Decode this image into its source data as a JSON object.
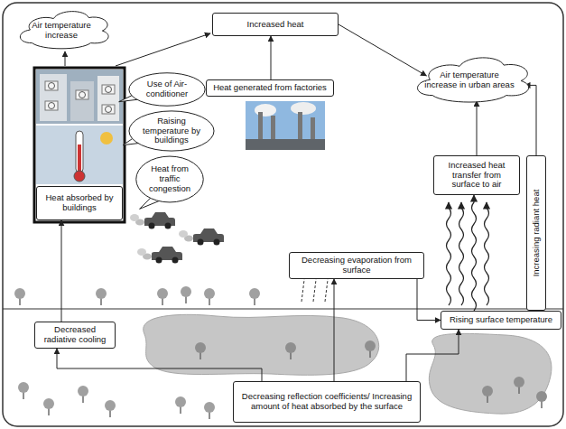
{
  "diagram": {
    "nodes": [
      {
        "text": [
          "Air temperature increase"
        ]
      },
      {
        "text": [
          "Increased heat"
        ]
      },
      {
        "text": [
          "Air temperature increase in urban areas"
        ]
      },
      {
        "text": [
          "Use of Air-conditioner"
        ]
      },
      {
        "text": [
          "Heat generated from factories"
        ]
      },
      {
        "text": [
          "Raising temperature by buildings"
        ]
      },
      {
        "text": [
          "Increased heat transfer from surface to air"
        ]
      },
      {
        "text": [
          "Increasing radiant heat"
        ]
      },
      {
        "text": [
          "Heat from traffic congestion"
        ]
      },
      {
        "text": [
          "Heat absorbed by buildings"
        ]
      },
      {
        "text": [
          "Decreasing evaporation from surface"
        ]
      },
      {
        "text": [
          "Rising surface temperature"
        ]
      },
      {
        "text": [
          "Decreased radiative cooling"
        ]
      },
      {
        "text": [
          "Decreasing reflection coefficients/ Increasing amount of heat absorbed by the surface"
        ]
      }
    ],
    "edges": [
      {
        "from": 4,
        "to": 1,
        "arrow": "to"
      },
      {
        "from": 1,
        "to": 2,
        "arrow": "to"
      },
      {
        "from": 6,
        "to": 2,
        "arrow": "to"
      },
      {
        "from": 7,
        "to": 2,
        "arrow": "to"
      },
      {
        "from": 11,
        "to": 6,
        "arrow": "to"
      },
      {
        "from": 10,
        "to": 11,
        "arrow": "to"
      },
      {
        "from": 13,
        "to": 12,
        "arrow": "to"
      },
      {
        "from": 13,
        "to": 10,
        "arrow": "to"
      },
      {
        "from": 13,
        "to": 11,
        "arrow": "to"
      },
      {
        "from": 12,
        "to": 9,
        "arrow": "to"
      }
    ]
  }
}
